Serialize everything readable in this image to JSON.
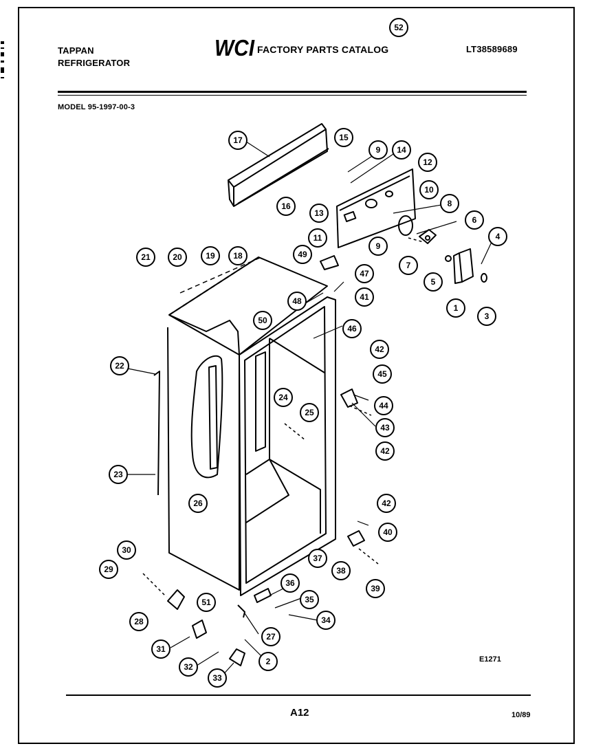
{
  "header": {
    "brand_line1": "TAPPAN",
    "brand_line2": "REFRIGERATOR",
    "catalog_title": "FACTORY PARTS CATALOG",
    "catalog_code": "LT38589689",
    "model_line": "MODEL 95-1997-00-3"
  },
  "logo": {
    "text": "WCI"
  },
  "diagram": {
    "callouts": [
      "1",
      "2",
      "3",
      "4",
      "5",
      "6",
      "7",
      "8",
      "9",
      "9",
      "10",
      "11",
      "12",
      "13",
      "14",
      "15",
      "16",
      "17",
      "18",
      "19",
      "20",
      "21",
      "22",
      "23",
      "24",
      "25",
      "26",
      "27",
      "28",
      "29",
      "30",
      "31",
      "32",
      "33",
      "34",
      "35",
      "36",
      "37",
      "38",
      "39",
      "40",
      "41",
      "42",
      "42",
      "42",
      "43",
      "44",
      "45",
      "46",
      "47",
      "48",
      "49",
      "50",
      "51",
      "52"
    ],
    "figure_code": "E1271"
  },
  "footer": {
    "page": "A12",
    "date": "10/89"
  },
  "colors": {
    "ink": "#000000",
    "paper": "#ffffff"
  }
}
